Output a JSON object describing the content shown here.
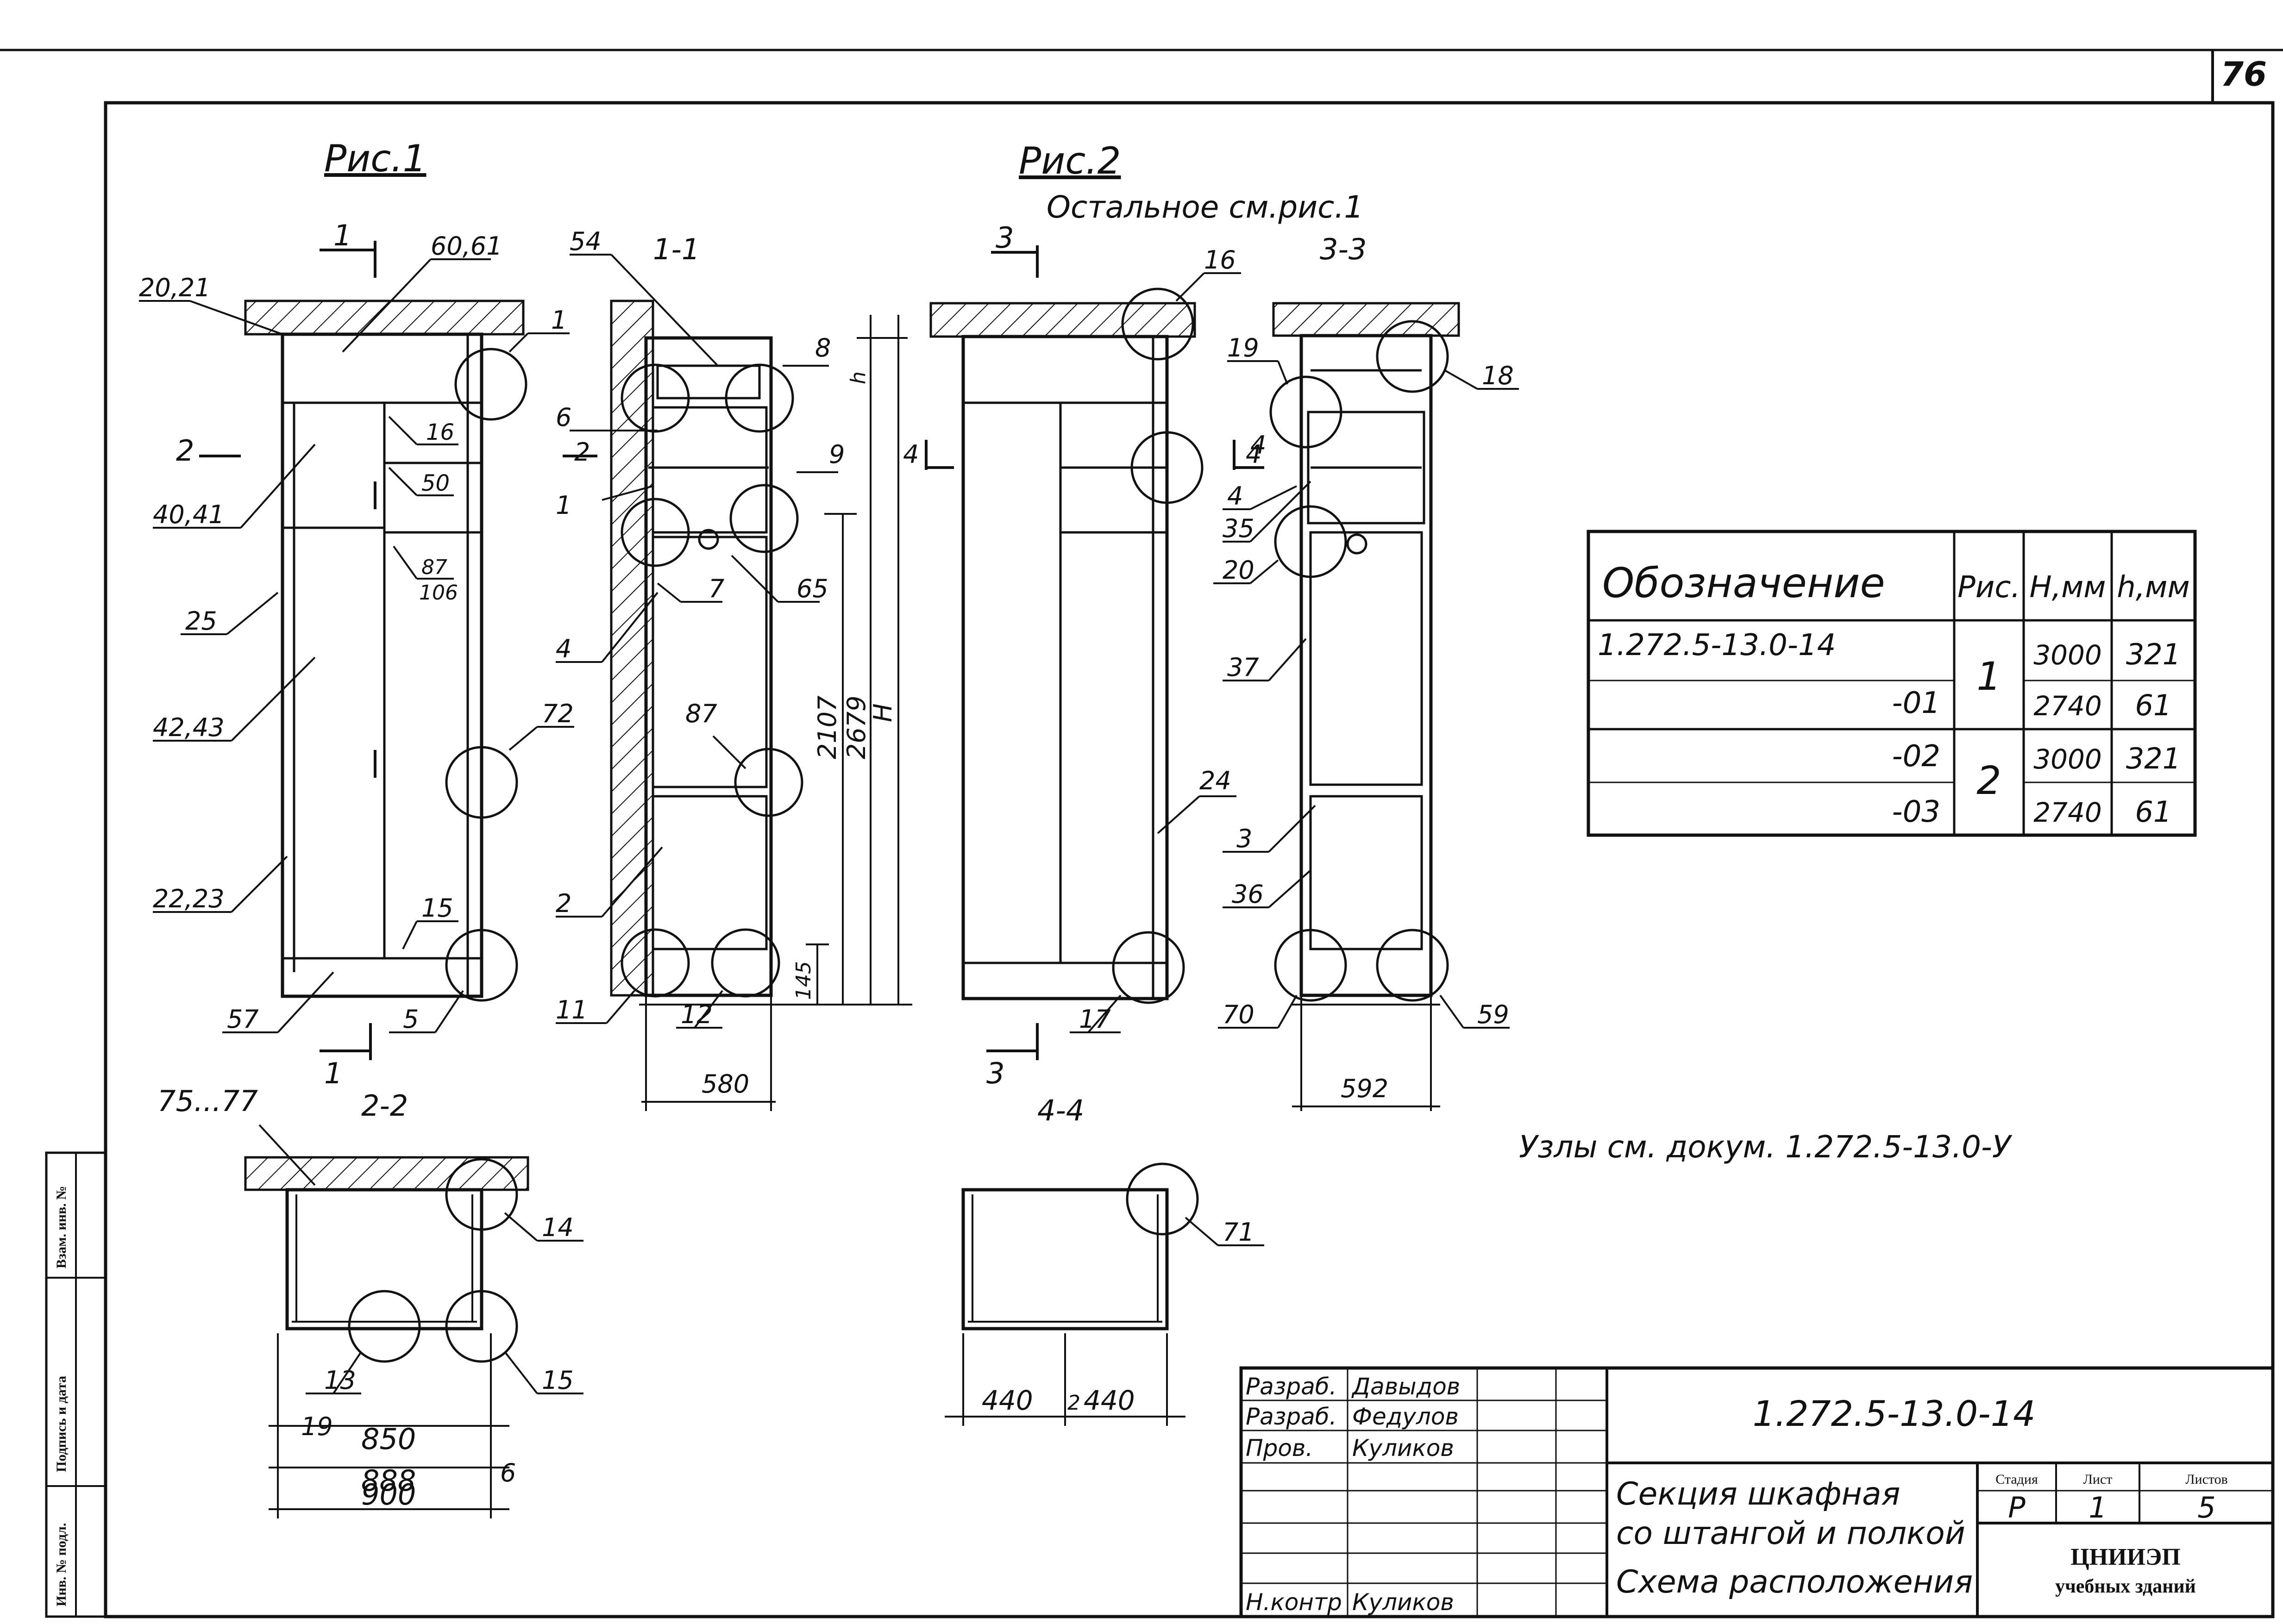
{
  "sheet_number": "76",
  "figures": {
    "fig1": "Рис.1",
    "fig2": "Рис.2",
    "fig2_note": "Остальное см.рис.1"
  },
  "sections": {
    "s1_1": "1-1",
    "s2_2": "2-2",
    "s3_3": "3-3",
    "s4_4": "4-4"
  },
  "cut_marks": {
    "one": "1",
    "two": "2",
    "three": "3",
    "four": "4"
  },
  "callouts": {
    "fig1": [
      "20,21",
      "60,61",
      "1",
      "40,41",
      "16",
      "50",
      "87",
      "106",
      "25",
      "42,43",
      "72",
      "22,23",
      "15",
      "57",
      "5"
    ],
    "s1_1": [
      "54",
      "8",
      "h",
      "6",
      "2",
      "9",
      "1",
      "7",
      "65",
      "4",
      "87",
      "2",
      "11",
      "12"
    ],
    "fig2": [
      "16",
      "24",
      "17"
    ],
    "s3_3": [
      "19",
      "18",
      "4",
      "4",
      "35",
      "20",
      "37",
      "3",
      "36",
      "70",
      "59"
    ],
    "s2_2": [
      "75...77",
      "14",
      "13",
      "15"
    ],
    "s4_4": [
      "71"
    ]
  },
  "dimensions": {
    "d580": "580",
    "d592": "592",
    "d2107": "2107",
    "d2679": "2679",
    "dH": "H",
    "d145": "145",
    "d19": "19",
    "d850": "850",
    "d888": "888",
    "d900": "900",
    "d6": "6",
    "d440a": "440",
    "d2": "2",
    "d440b": "440"
  },
  "nodes_note": "Узлы см. докум. 1.272.5-13.0-У",
  "spec_table": {
    "headers": [
      "Обозначение",
      "Рис.",
      "H,мм",
      "h,мм"
    ],
    "rows": [
      {
        "designation": "1.272.5-13.0-14",
        "H": "3000",
        "h": "321"
      },
      {
        "designation": "-01",
        "H": "2740",
        "h": "61"
      },
      {
        "designation": "-02",
        "H": "3000",
        "h": "321"
      },
      {
        "designation": "-03",
        "H": "2740",
        "h": "61"
      }
    ],
    "fig_groups": [
      "1",
      "2"
    ]
  },
  "title_block": {
    "doc_code": "1.272.5-13.0-14",
    "roles": [
      "Разраб.",
      "Разраб.",
      "Пров.",
      "Н.контр"
    ],
    "names": [
      "Давыдов",
      "Федулов",
      "Куликов",
      "Куликов"
    ],
    "title_lines": [
      "Секция шкафная",
      "со штангой и полкой",
      "Схема расположения"
    ],
    "stage_label": "Стадия",
    "sheet_label": "Лист",
    "sheets_label": "Листов",
    "stage": "Р",
    "sheet": "1",
    "sheets": "5",
    "org_line1": "ЦНИИЭП",
    "org_line2": "учебных зданий"
  },
  "margin_stamps": [
    "Взам. инв. №",
    "Подпись и дата",
    "Инв. № подл."
  ]
}
